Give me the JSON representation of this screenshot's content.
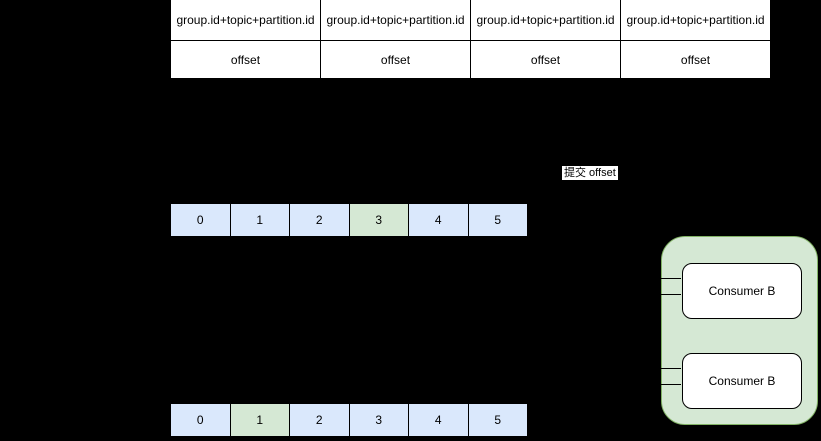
{
  "colors": {
    "background": "#000000",
    "table_fill": "#ffffff",
    "cell_blue": "#dae8fc",
    "cell_green": "#d5e8d4",
    "group_fill": "#d5e8d4",
    "group_border": "#82b366",
    "consumer_fill": "#ffffff",
    "border": "#000000"
  },
  "offset_table": {
    "columns": [
      {
        "header": "group.id+topic+partition.id",
        "value": "offset"
      },
      {
        "header": "group.id+topic+partition.id",
        "value": "offset"
      },
      {
        "header": "group.id+topic+partition.id",
        "value": "offset"
      },
      {
        "header": "group.id+topic+partition.id",
        "value": "offset"
      }
    ]
  },
  "commit_label": "提交 offset",
  "partition_top": {
    "cells": [
      {
        "label": "0"
      },
      {
        "label": "1"
      },
      {
        "label": "2"
      },
      {
        "label": "3",
        "highlighted": true
      },
      {
        "label": "4"
      },
      {
        "label": "5"
      }
    ]
  },
  "partition_bottom": {
    "cells": [
      {
        "label": "0"
      },
      {
        "label": "1",
        "highlighted": true
      },
      {
        "label": "2"
      },
      {
        "label": "3"
      },
      {
        "label": "4"
      },
      {
        "label": "5"
      }
    ]
  },
  "consumer_group": {
    "consumers": [
      {
        "label": "Consumer B"
      },
      {
        "label": "Consumer B"
      }
    ]
  }
}
